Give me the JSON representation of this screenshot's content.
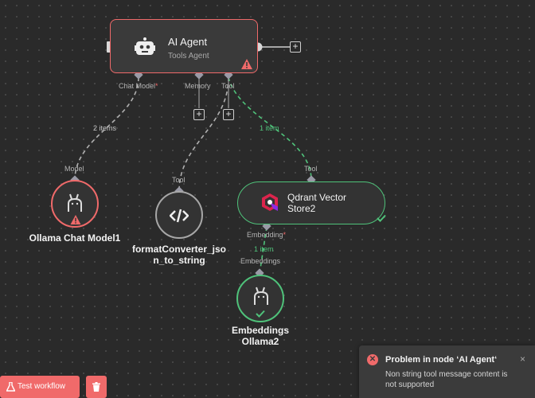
{
  "nodes": {
    "agent": {
      "title": "AI Agent",
      "subtitle": "Tools Agent"
    },
    "ollama_chat": {
      "label": "Ollama Chat Model1"
    },
    "formatter": {
      "label_line1": "formatConverter_jso",
      "label_line2": "n_to_string"
    },
    "qdrant": {
      "title_line1": "Qdrant Vector",
      "title_line2": "Store2"
    },
    "embeddings": {
      "label_line1": "Embeddings",
      "label_line2": "Ollama2"
    }
  },
  "ports": {
    "chat_model": "Chat Model",
    "chat_model_required": "*",
    "memory": "Memory",
    "tool": "Tool",
    "model": "Model",
    "formatter_tool": "Tool",
    "qdrant_tool": "Tool",
    "embedding": "Embedding",
    "embedding_required": "*",
    "embeddings": "Embeddings"
  },
  "edges": {
    "chat_items": "2 items",
    "tool_items": "1 item",
    "embedding_items": "1 item"
  },
  "toast": {
    "title": "Problem in node ‘AI Agent‘",
    "message": "Non string tool message content is not supported",
    "close": "×"
  },
  "toolbar": {
    "test_label": "Test workflow"
  },
  "colors": {
    "error": "#f06a6a",
    "success": "#4fc27a",
    "canvas": "#2a2a2a"
  }
}
